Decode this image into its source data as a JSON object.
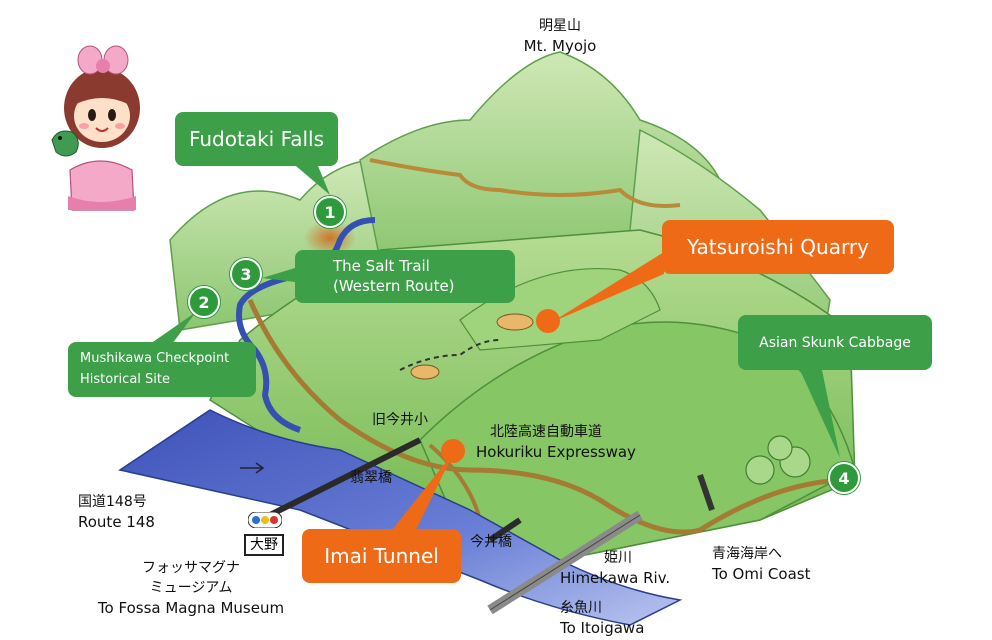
{
  "mountain": {
    "ja": "明星山",
    "en": "Mt. Myojo"
  },
  "callouts": {
    "fudotaki": "Fudotaki Falls",
    "salt_trail_1": "The Salt Trail",
    "salt_trail_2": "(Western Route)",
    "mushikawa_1": "Mushikawa Checkpoint",
    "mushikawa_2": "Historical Site",
    "yatsuroishi": "Yatsuroishi Quarry",
    "skunk_cabbage": "Asian Skunk Cabbage",
    "imai_tunnel": "Imai Tunnel"
  },
  "markers": [
    "1",
    "2",
    "3",
    "4"
  ],
  "labels": {
    "old_imai_school": "旧今井小",
    "expressway_ja": "北陸高速自動車道",
    "expressway_en": "Hokuriku Expressway",
    "hisui_bridge": "翡翠橋",
    "imai_bridge": "今井橋",
    "route_ja": "国道148号",
    "route_en": "Route 148",
    "station": "大野",
    "museum_ja_1": "フォッサマグナ",
    "museum_ja_2": "ミュージアム",
    "museum_en": "To Fossa Magna Museum",
    "himekawa_ja": "姫川",
    "himekawa_en": "Himekawa Riv.",
    "omi_ja": "青海海岸へ",
    "omi_en": "To Omi Coast",
    "itoigawa_ja": "糸魚川",
    "itoigawa_en": "To Itoigawa"
  },
  "colors": {
    "green_callout": "#3d9f48",
    "orange_callout": "#ef6a17",
    "river": "#3550b0",
    "land": "#8cc870"
  }
}
